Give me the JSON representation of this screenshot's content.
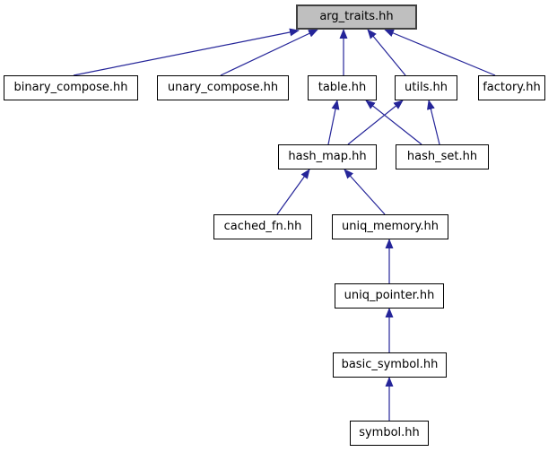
{
  "diagram": {
    "kind": "included-by dependency graph",
    "main_node": "arg_traits.hh",
    "nodes": [
      {
        "id": "arg_traits",
        "label": "arg_traits.hh",
        "main": true
      },
      {
        "id": "binary_compose",
        "label": "binary_compose.hh",
        "main": false
      },
      {
        "id": "unary_compose",
        "label": "unary_compose.hh",
        "main": false
      },
      {
        "id": "table",
        "label": "table.hh",
        "main": false
      },
      {
        "id": "utils",
        "label": "utils.hh",
        "main": false
      },
      {
        "id": "factory",
        "label": "factory.hh",
        "main": false
      },
      {
        "id": "hash_map",
        "label": "hash_map.hh",
        "main": false
      },
      {
        "id": "hash_set",
        "label": "hash_set.hh",
        "main": false
      },
      {
        "id": "cached_fn",
        "label": "cached_fn.hh",
        "main": false
      },
      {
        "id": "uniq_memory",
        "label": "uniq_memory.hh",
        "main": false
      },
      {
        "id": "uniq_pointer",
        "label": "uniq_pointer.hh",
        "main": false
      },
      {
        "id": "basic_symbol",
        "label": "basic_symbol.hh",
        "main": false
      },
      {
        "id": "symbol",
        "label": "symbol.hh",
        "main": false
      }
    ],
    "edges": [
      {
        "from": "binary_compose.hh",
        "to": "arg_traits.hh"
      },
      {
        "from": "unary_compose.hh",
        "to": "arg_traits.hh"
      },
      {
        "from": "table.hh",
        "to": "arg_traits.hh"
      },
      {
        "from": "utils.hh",
        "to": "arg_traits.hh"
      },
      {
        "from": "factory.hh",
        "to": "arg_traits.hh"
      },
      {
        "from": "hash_map.hh",
        "to": "table.hh"
      },
      {
        "from": "hash_map.hh",
        "to": "utils.hh"
      },
      {
        "from": "hash_set.hh",
        "to": "table.hh"
      },
      {
        "from": "hash_set.hh",
        "to": "utils.hh"
      },
      {
        "from": "cached_fn.hh",
        "to": "hash_map.hh"
      },
      {
        "from": "uniq_memory.hh",
        "to": "hash_map.hh"
      },
      {
        "from": "uniq_pointer.hh",
        "to": "uniq_memory.hh"
      },
      {
        "from": "basic_symbol.hh",
        "to": "uniq_pointer.hh"
      },
      {
        "from": "symbol.hh",
        "to": "basic_symbol.hh"
      }
    ],
    "colors": {
      "edge": "#252599",
      "node_fill": "#ffffff",
      "node_border": "#000000",
      "main_fill": "#bfbfbf",
      "main_border": "#404040",
      "background": "#ffffff",
      "text": "#000000"
    }
  }
}
